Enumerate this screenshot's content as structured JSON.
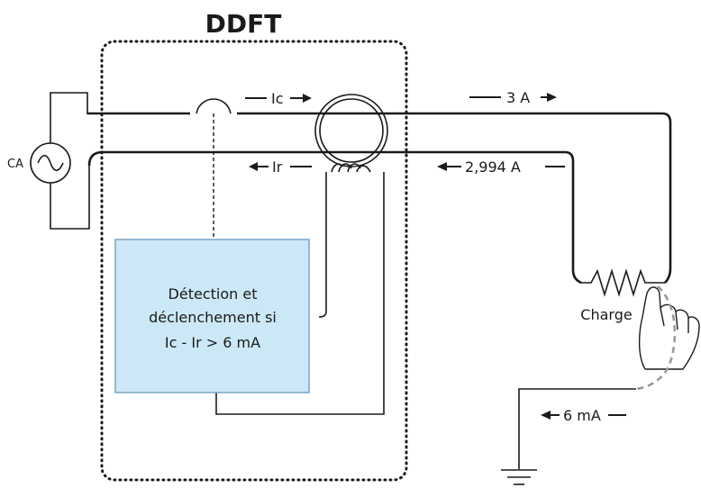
{
  "title": "DDFT",
  "source_label": "CA",
  "current_labels": {
    "ic": "Ic",
    "ir": "Ir",
    "supply_current": "3 A",
    "return_current": "2,994 A",
    "leak_current": "6 mA"
  },
  "load_label": "Charge",
  "detection_box": {
    "line1": "Détection et",
    "line2": "déclenchement si",
    "line3": "Ic - Ir > 6 mA"
  },
  "colors": {
    "detection_fill": "#cce8f7",
    "detection_stroke": "#7aa6c8",
    "wire": "#1a1a1a",
    "leak_path": "#9a9a9a"
  },
  "icons": {
    "source": "ac-source-icon",
    "ground": "ground-icon",
    "hand": "hand-icon",
    "load": "resistor-icon"
  }
}
